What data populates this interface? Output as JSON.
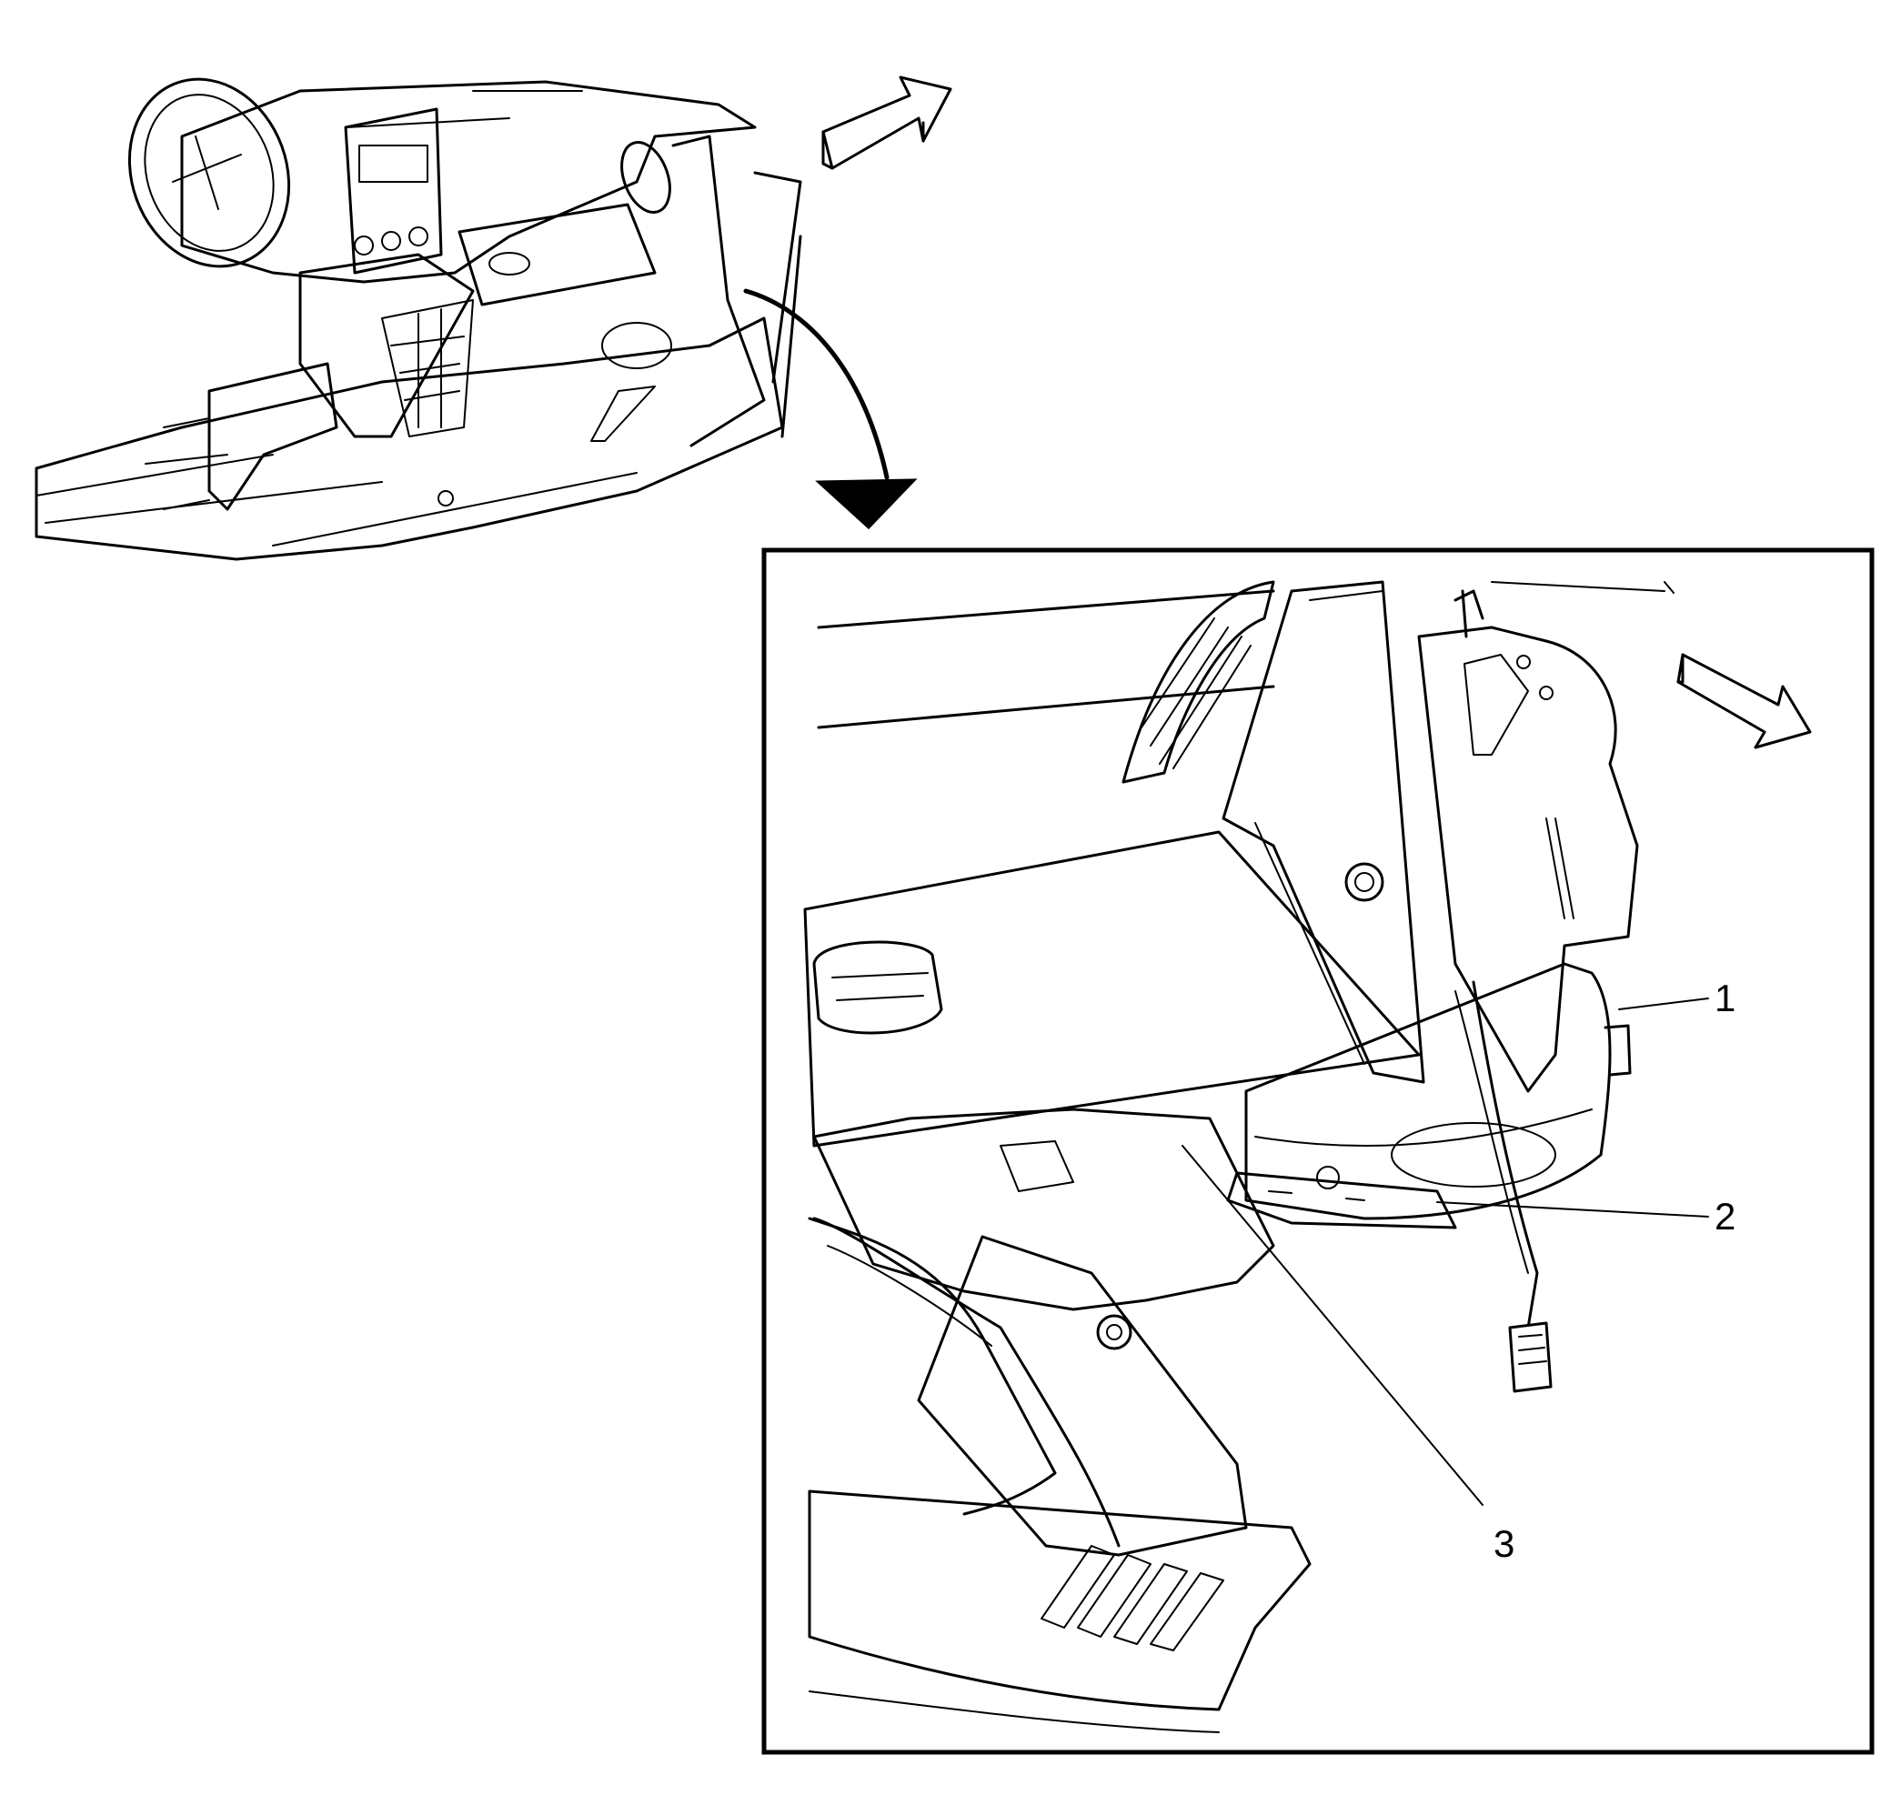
{
  "callouts": [
    {
      "id": 1,
      "label": "1"
    },
    {
      "id": 2,
      "label": "2"
    },
    {
      "id": 3,
      "label": "3"
    }
  ],
  "icons": [
    "overview-dashboard-illustration",
    "direction-arrow-icon",
    "zoom-arrow-icon",
    "detail-view-frame",
    "blower-motor-assembly"
  ],
  "colors": {
    "line": "#000000",
    "background": "#ffffff"
  }
}
